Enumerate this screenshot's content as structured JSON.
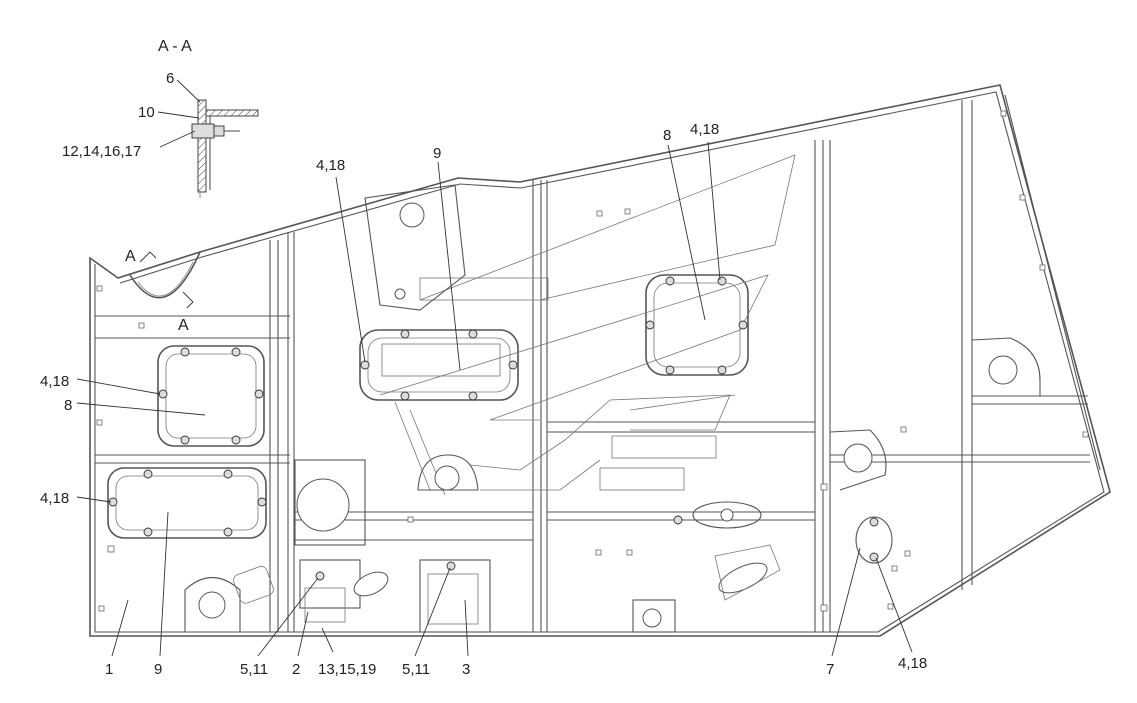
{
  "section_view": {
    "title": "A - A",
    "labels": [
      "6",
      "10",
      "12,14,16,17"
    ]
  },
  "section_markers": {
    "top": "A",
    "bottom": "A"
  },
  "callouts": {
    "left_4_18_upper": "4,18",
    "left_8": "8",
    "left_4_18_lower": "4,18",
    "center_4_18": "4,18",
    "center_9": "9",
    "right_8": "8",
    "right_4_18": "4,18",
    "bottom_1": "1",
    "bottom_9": "9",
    "bottom_5_11_a": "5,11",
    "bottom_2": "2",
    "bottom_13_15_19": "13,15,19",
    "bottom_5_11_b": "5,11",
    "bottom_3": "3",
    "bottom_7": "7",
    "bottom_4_18": "4,18"
  }
}
